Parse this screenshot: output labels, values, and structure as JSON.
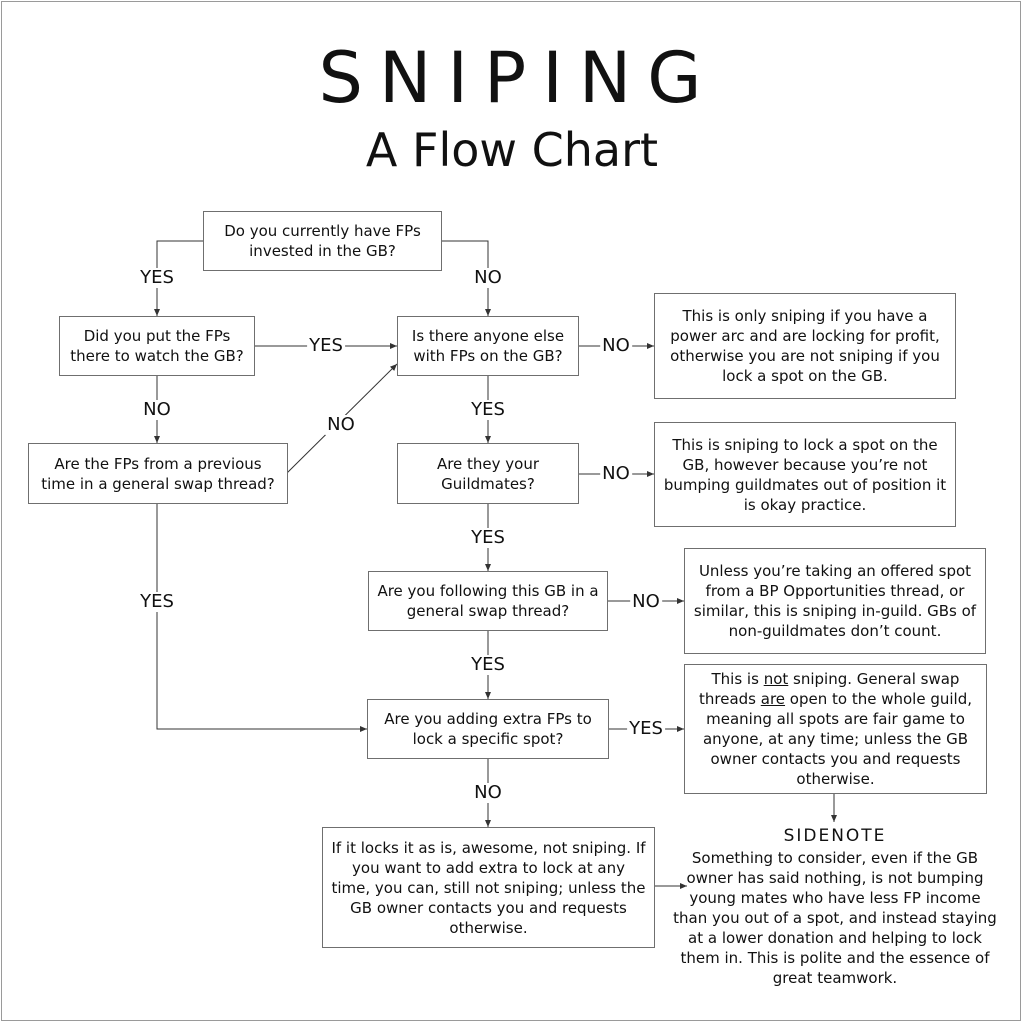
{
  "title": "SNIPING",
  "subtitle": "A Flow Chart",
  "nodes": {
    "q1": "Do you currently have FPs invested in the GB?",
    "q2": "Did you put the FPs there to watch the GB?",
    "q3": "Is there anyone else with FPs on the GB?",
    "q4": "Are the FPs from a previous time in a general swap thread?",
    "q5": "Are they your Guildmates?",
    "q6": "Are you following this GB in a general swap thread?",
    "q7": "Are you adding extra FPs to lock a specific spot?",
    "r1": "This is only sniping if you have a power arc and are locking for profit, otherwise you are not sniping if you lock a spot on the GB.",
    "r2": "This is sniping to lock a spot on the GB, however because you’re not bumping guildmates out of position it is okay practice.",
    "r3": "Unless you’re taking an offered spot from a BP Opportunities thread, or similar, this is sniping in-guild. GBs of non-guildmates don’t count.",
    "r4": {
      "part1": "This is ",
      "underline1": "not",
      "part2": " sniping. General swap threads ",
      "underline2": "are",
      "part3": " open to the whole guild, meaning all spots are fair game to anyone, at any time; unless the GB owner contacts you and requests otherwise."
    },
    "r5": "If it locks it as is, awesome, not sniping. If you want to add extra to lock at any time, you can, still not sniping; unless the GB owner contacts you and requests otherwise."
  },
  "edge_labels": {
    "q1_yes": "YES",
    "q1_no": "NO",
    "q2_yes": "YES",
    "q2_no": "NO",
    "q4_no": "NO",
    "q4_yes": "YES",
    "q3_no": "NO",
    "q3_yes": "YES",
    "q5_no": "NO",
    "q5_yes": "YES",
    "q6_no": "NO",
    "q6_yes": "YES",
    "q7_yes": "YES",
    "q7_no": "NO"
  },
  "sidenote": {
    "title": "SIDENOTE",
    "text": "Something to consider, even if the GB owner has said nothing, is not bumping young mates who have less FP income than you out of a spot, and instead staying at a lower donation and helping to lock them in. This is polite and the essence of great teamwork."
  }
}
